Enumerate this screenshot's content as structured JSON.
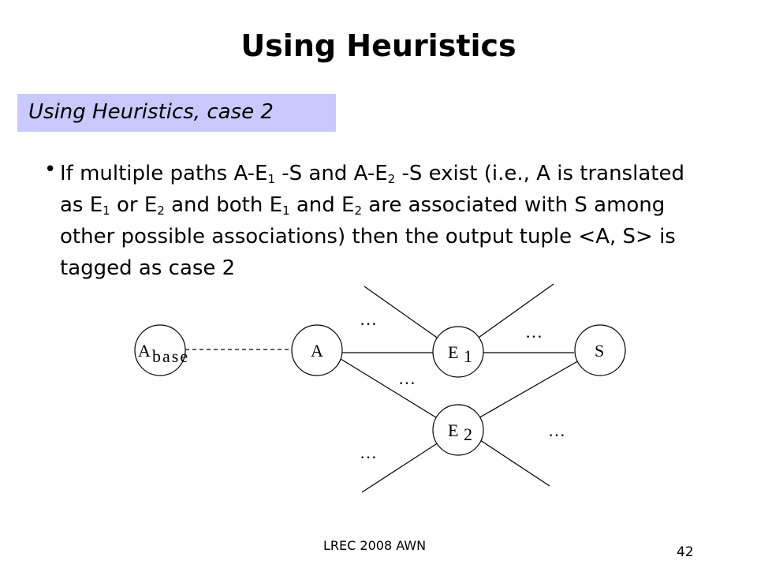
{
  "slide": {
    "title": "Using Heuristics",
    "subtitle": "Using Heuristics, case 2",
    "bullet": {
      "marker": "•",
      "segments": [
        {
          "t": "If multiple paths A-E"
        },
        {
          "t": "1",
          "sub": true
        },
        {
          "t": " -S and A-E"
        },
        {
          "t": "2",
          "sub": true
        },
        {
          "t": " -S exist (i.e., A is translated as E"
        },
        {
          "t": "1",
          "sub": true
        },
        {
          "t": " or E"
        },
        {
          "t": "2",
          "sub": true
        },
        {
          "t": " and both E"
        },
        {
          "t": "1",
          "sub": true
        },
        {
          "t": " and E"
        },
        {
          "t": "2",
          "sub": true
        },
        {
          "t": " are associated with S among other possible associations) then the output tuple <A, S> is tagged as case 2"
        }
      ]
    },
    "footer": "LREC 2008 AWN",
    "page_number": "42"
  },
  "diagram": {
    "nodes": [
      {
        "id": "a-base",
        "label": "A",
        "sub": "base"
      },
      {
        "id": "a",
        "label": "A",
        "sub": ""
      },
      {
        "id": "e1",
        "label": "E",
        "sub": "1"
      },
      {
        "id": "s",
        "label": "S",
        "sub": ""
      },
      {
        "id": "e2",
        "label": "E",
        "sub": "2"
      }
    ],
    "edges": [
      {
        "from": "a-base",
        "to": "a",
        "style": "dashed"
      },
      {
        "from": "a",
        "to": "e1",
        "style": "solid"
      },
      {
        "from": "a",
        "to": "e2",
        "style": "solid"
      },
      {
        "from": "e1",
        "to": "s",
        "style": "solid"
      },
      {
        "from": "e2",
        "to": "s",
        "style": "solid"
      }
    ],
    "ellipsis": "…"
  }
}
